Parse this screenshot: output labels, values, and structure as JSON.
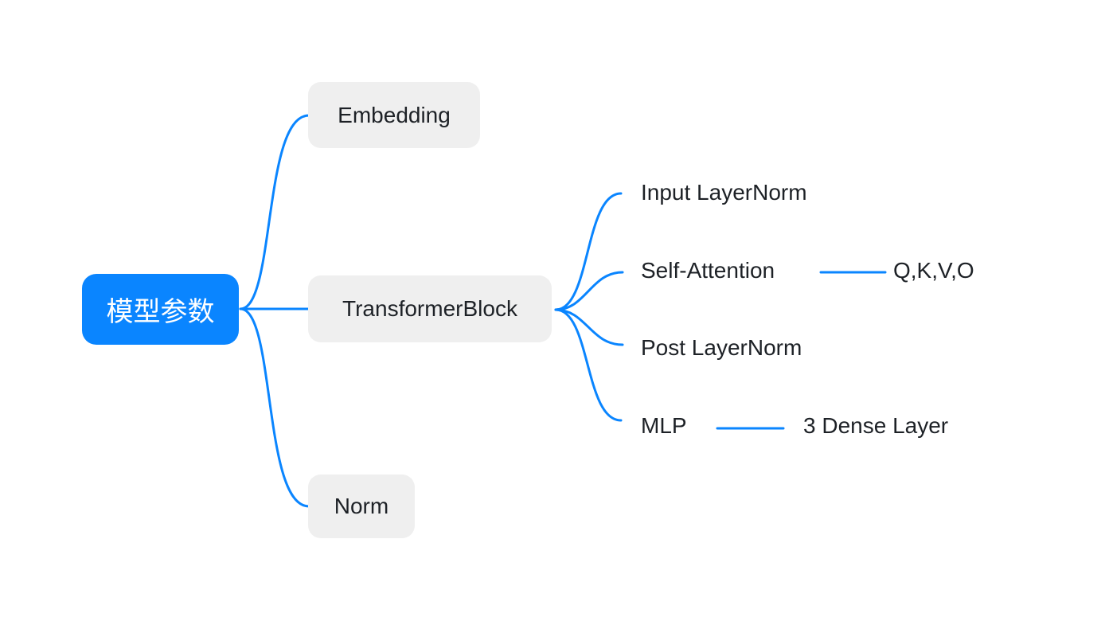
{
  "colors": {
    "accent": "#0a85ff",
    "node-bg": "#efefef",
    "text": "#1d2126",
    "root-text": "#ffffff",
    "canvas": "#ffffff"
  },
  "mindmap": {
    "root": {
      "label": "模型参数"
    },
    "children": [
      {
        "label": "Embedding"
      },
      {
        "label": "TransformerBlock",
        "children": [
          {
            "label": "Input LayerNorm"
          },
          {
            "label": "Self-Attention",
            "children": [
              {
                "label": "Q,K,V,O"
              }
            ]
          },
          {
            "label": "Post LayerNorm"
          },
          {
            "label": "MLP",
            "children": [
              {
                "label": "3 Dense Layer"
              }
            ]
          }
        ]
      },
      {
        "label": "Norm"
      }
    ]
  }
}
